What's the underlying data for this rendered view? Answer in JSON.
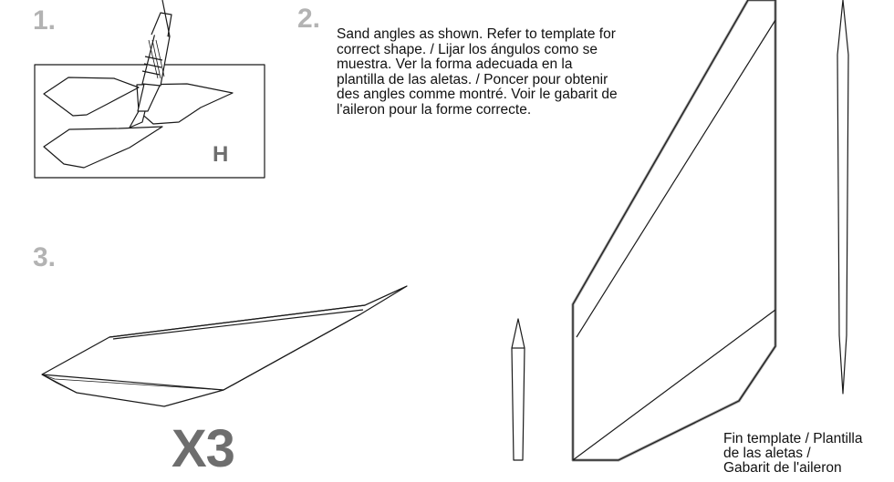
{
  "steps": {
    "step1": {
      "number": "1."
    },
    "step2": {
      "number": "2.",
      "instruction": "Sand angles as shown. Refer to template for\ncorrect shape. / Lijar los ángulos como se\nmuestra. Ver la forma adecuada en la\nplantilla de las aletas. / Poncer pour obtenir\ndes angles comme montré. Voir le gabarit de\nl'aileron pour la forme correcte."
    },
    "step3": {
      "number": "3."
    }
  },
  "sheet_label": "H",
  "quantity": "X3",
  "template_caption": "Fin template / Plantilla\nde  las aletas /\nGabarit de l'aileron"
}
